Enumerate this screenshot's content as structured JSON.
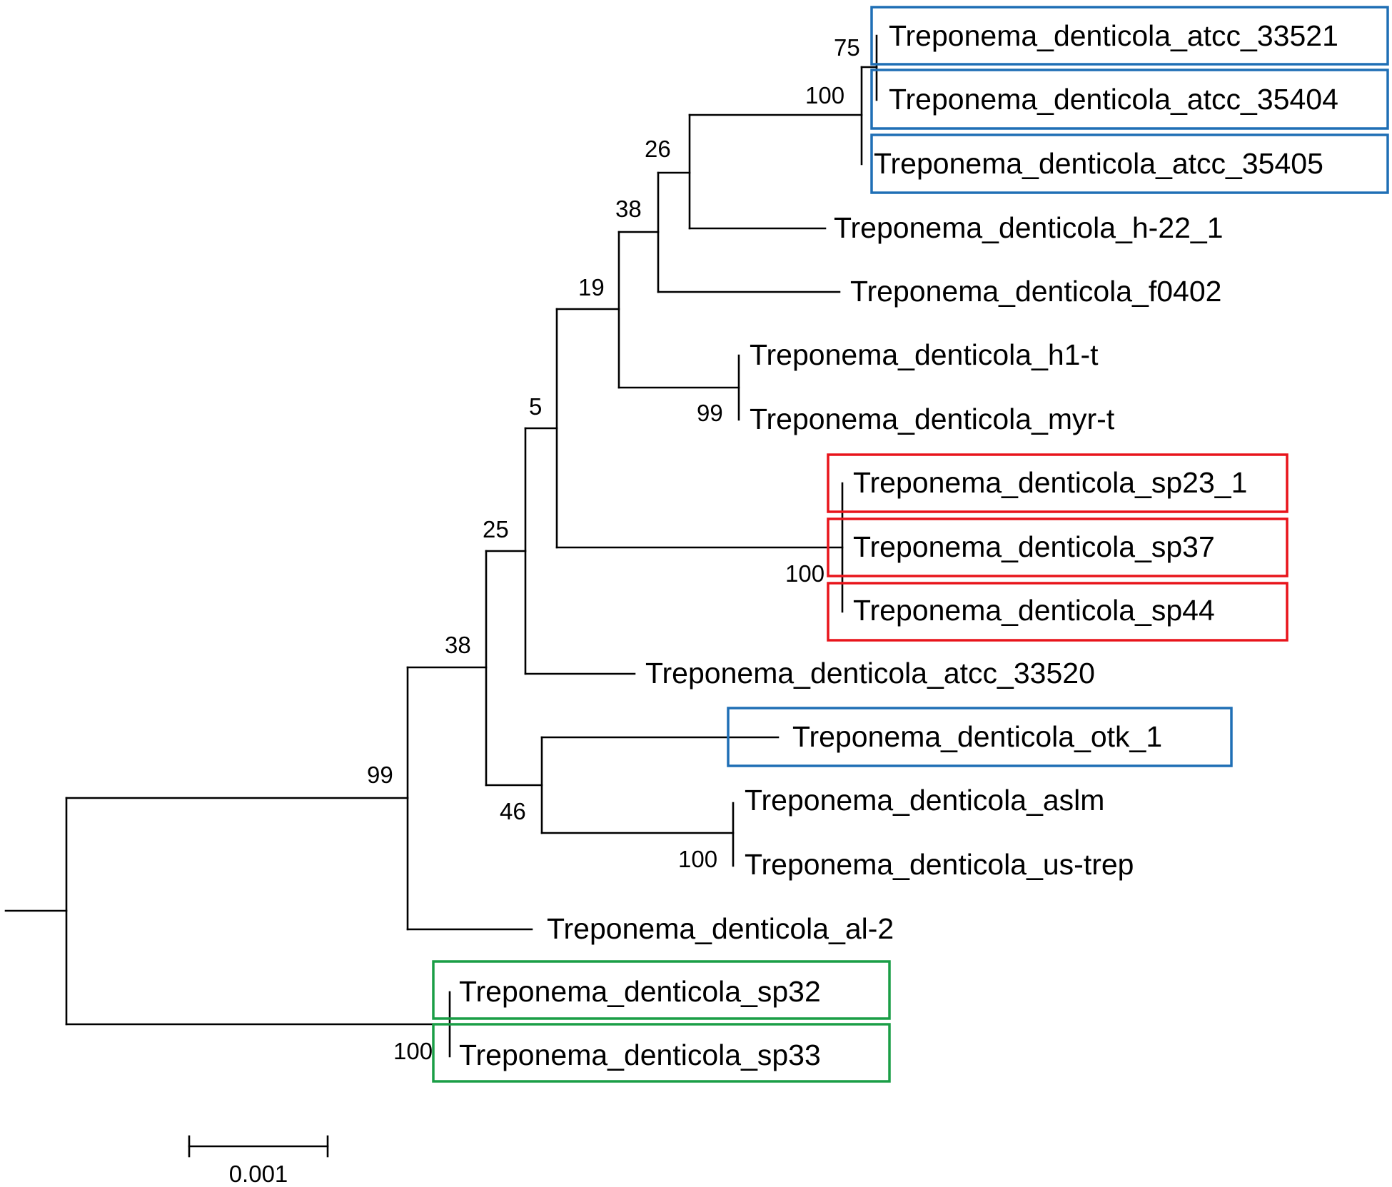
{
  "colors": {
    "blue": "#1f6fb5",
    "red": "#e8141b",
    "green": "#1a9e46",
    "branch": "#000000"
  },
  "taxa": {
    "t01": "Treponema_denticola_atcc_33521",
    "t02": "Treponema_denticola_atcc_35404",
    "t03": "Treponema_denticola_atcc_35405",
    "t04": "Treponema_denticola_h-22_1",
    "t05": "Treponema_denticola_f0402",
    "t06": "Treponema_denticola_h1-t",
    "t07": "Treponema_denticola_myr-t",
    "t08": "Treponema_denticola_sp23_1",
    "t09": "Treponema_denticola_sp37",
    "t10": "Treponema_denticola_sp44",
    "t11": "Treponema_denticola_atcc_33520",
    "t12": "Treponema_denticola_otk_1",
    "t13": "Treponema_denticola_aslm",
    "t14": "Treponema_denticola_us-trep",
    "t15": "Treponema_denticola_al-2",
    "t16": "Treponema_denticola_sp32",
    "t17": "Treponema_denticola_sp33"
  },
  "highlights": {
    "t01": "blue",
    "t02": "blue",
    "t03": "blue",
    "t08": "red",
    "t09": "red",
    "t10": "red",
    "t12": "blue",
    "t16": "green",
    "t17": "green"
  },
  "support": {
    "n75": "75",
    "n100a": "100",
    "n26": "26",
    "n38a": "38",
    "n19": "19",
    "n99a": "99",
    "n5": "5",
    "n100b": "100",
    "n25": "25",
    "n38b": "38",
    "n46": "46",
    "n100c": "100",
    "n99b": "99",
    "n100d": "100"
  },
  "scale_bar": {
    "label": "0.001"
  }
}
